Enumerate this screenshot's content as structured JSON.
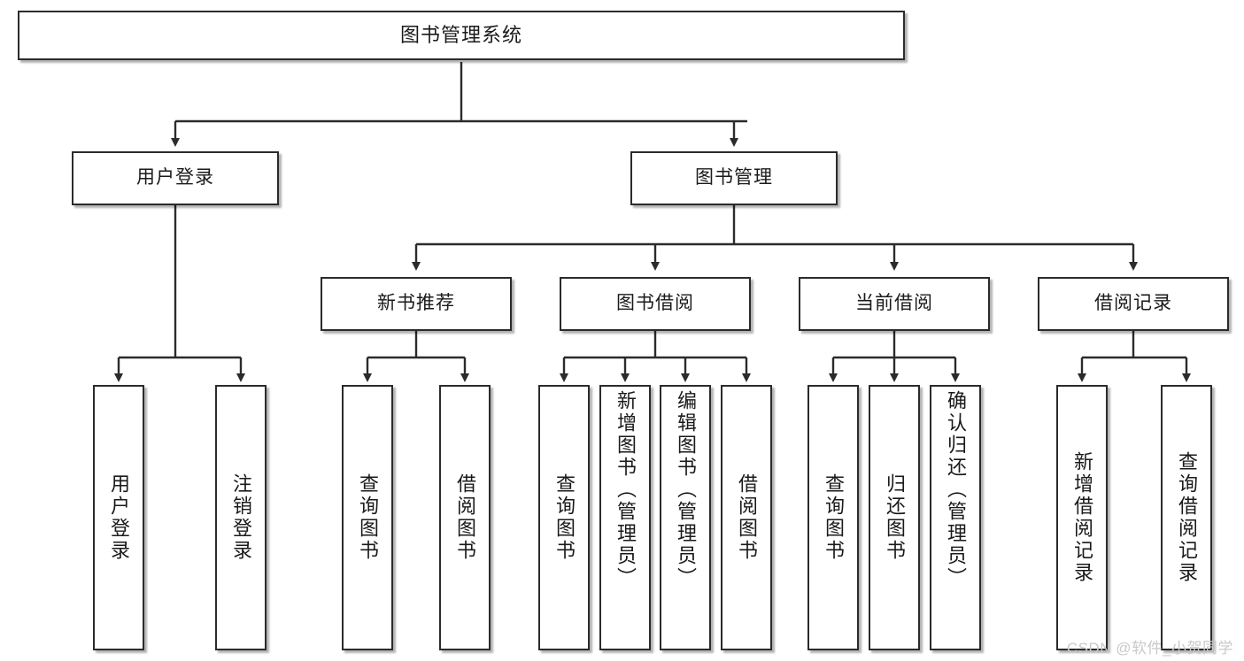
{
  "diagram": {
    "title": "图书管理系统",
    "type": "hierarchy-tree",
    "watermark": "CSDN @软件_小贺同学",
    "colors": {
      "box_border": "#2b2b2b",
      "box_fill": "#ffffff",
      "connector": "#2b2b2b",
      "text": "#1a1a1a",
      "watermark": "#c9c9c9"
    },
    "levels": {
      "root": {
        "label": "图书管理系统"
      },
      "level2": [
        {
          "label": "用户登录"
        },
        {
          "label": "图书管理"
        }
      ],
      "level3": [
        {
          "label": "新书推荐"
        },
        {
          "label": "图书借阅"
        },
        {
          "label": "当前借阅"
        },
        {
          "label": "借阅记录"
        }
      ],
      "leaves": {
        "user_login": [
          {
            "label": "用户登录"
          },
          {
            "label": "注销登录"
          }
        ],
        "new_book_recommend": [
          {
            "label": "查询图书"
          },
          {
            "label": "借阅图书"
          }
        ],
        "book_borrow": [
          {
            "label": "查询图书"
          },
          {
            "label": "新增图书（管理员）"
          },
          {
            "label": "编辑图书（管理员）"
          },
          {
            "label": "借阅图书"
          }
        ],
        "current_borrow": [
          {
            "label": "查询图书"
          },
          {
            "label": "归还图书"
          },
          {
            "label": "确认归还（管理员）"
          }
        ],
        "borrow_record": [
          {
            "label": "新增借阅记录"
          },
          {
            "label": "查询借阅记录"
          }
        ]
      }
    }
  }
}
